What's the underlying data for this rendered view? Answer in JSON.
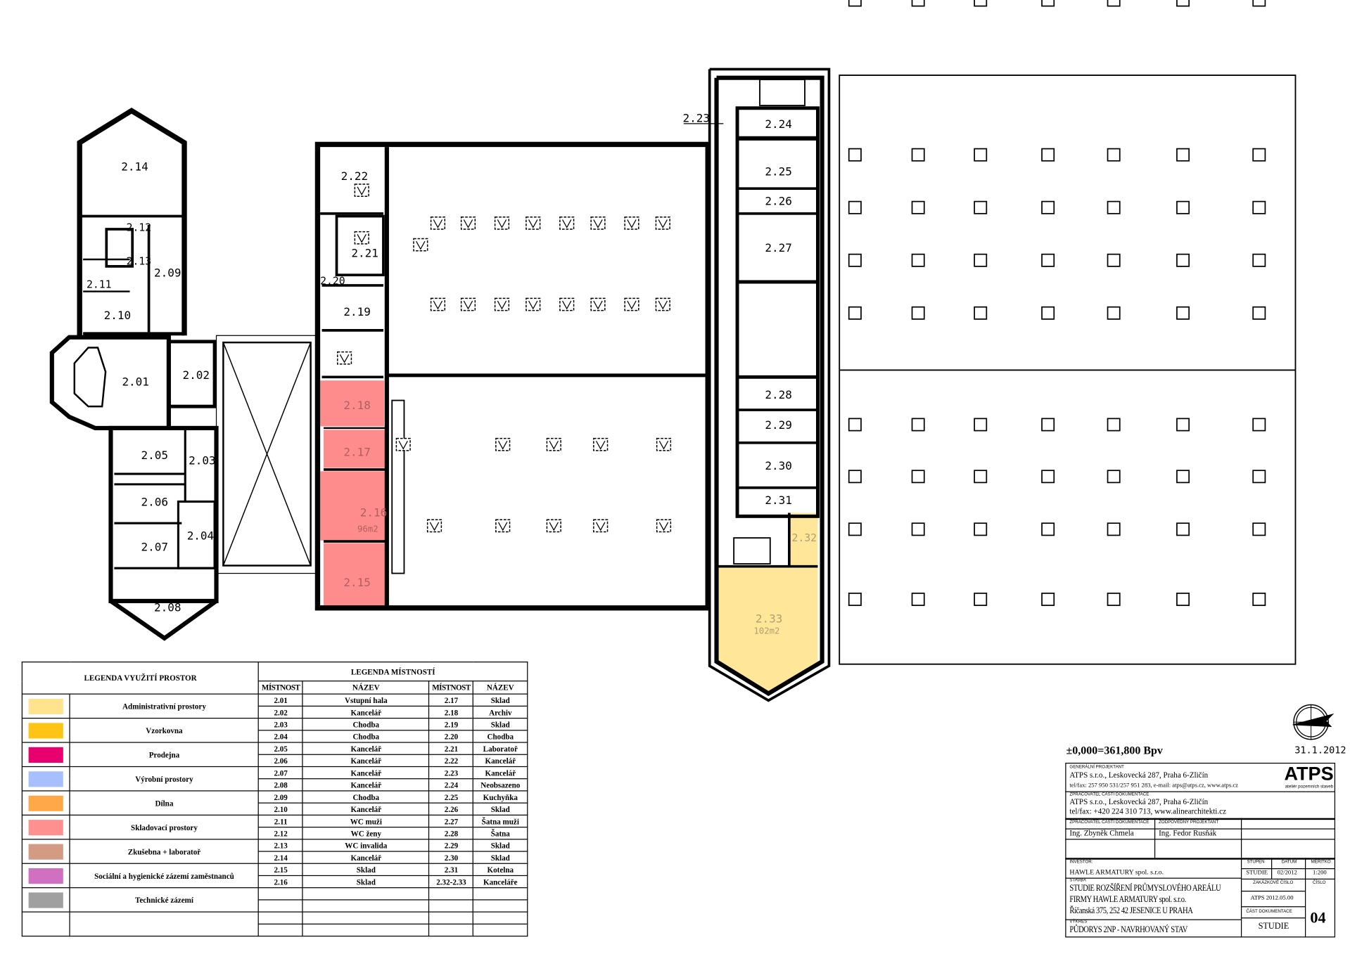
{
  "rooms": {
    "r201": "2.01",
    "r202": "2.02",
    "r203": "2.03",
    "r204": "2.04",
    "r205": "2.05",
    "r206": "2.06",
    "r207": "2.07",
    "r208": "2.08",
    "r209": "2.09",
    "r210": "2.10",
    "r211": "2.11",
    "r212": "2.12",
    "r213": "2.13",
    "r214": "2.14",
    "r215": "2.15",
    "r216": "2.16",
    "r216_area": "96m2",
    "r217": "2.17",
    "r218": "2.18",
    "r219": "2.19",
    "r220": "2.20",
    "r221": "2.21",
    "r222": "2.22",
    "r223": "2.23",
    "r224": "2.24",
    "r225": "2.25",
    "r226": "2.26",
    "r227": "2.27",
    "r228": "2.28",
    "r229": "2.29",
    "r230": "2.30",
    "r231": "2.31",
    "r232": "2.32",
    "r233": "2.33",
    "r233_area": "102m2"
  },
  "usage_legend": {
    "title": "LEGENDA VYUŽITÍ PROSTOR",
    "items": [
      {
        "label": "Administrativní prostory",
        "color": "#ffe38f"
      },
      {
        "label": "Vzorkovna",
        "color": "#ffc416"
      },
      {
        "label": "Prodejna",
        "color": "#e8006e"
      },
      {
        "label": "Výrobní prostory",
        "color": "#a8bfff"
      },
      {
        "label": "Dílna",
        "color": "#ffa84a"
      },
      {
        "label": "Skladovací prostory",
        "color": "#ff9090"
      },
      {
        "label": "Zkušebna + laboratoř",
        "color": "#d39a84"
      },
      {
        "label": "Sociální a hygienické zázemí zaměstnanců",
        "color": "#d070c0"
      },
      {
        "label": "Technické zázemí",
        "color": "#a0a0a0"
      }
    ]
  },
  "room_legend": {
    "title": "LEGENDA MÍSTNOSTÍ",
    "headers": [
      "MÍSTNOST",
      "NÁZEV",
      "MÍSTNOST",
      "NÁZEV"
    ],
    "rows": [
      [
        "2.01",
        "Vstupní hala",
        "2.17",
        "Sklad"
      ],
      [
        "2.02",
        "Kancelář",
        "2.18",
        "Archiv"
      ],
      [
        "2.03",
        "Chodba",
        "2.19",
        "Sklad"
      ],
      [
        "2.04",
        "Chodba",
        "2.20",
        "Chodba"
      ],
      [
        "2.05",
        "Kancelář",
        "2.21",
        "Laboratoř"
      ],
      [
        "2.06",
        "Kancelář",
        "2.22",
        "Kancelář"
      ],
      [
        "2.07",
        "Kancelář",
        "2.23",
        "Kancelář"
      ],
      [
        "2.08",
        "Kancelář",
        "2.24",
        "Neobsazeno"
      ],
      [
        "2.09",
        "Chodba",
        "2.25",
        "Kuchyňka"
      ],
      [
        "2.10",
        "Kancelář",
        "2.26",
        "Sklad"
      ],
      [
        "2.11",
        "WC muži",
        "2.27",
        "Šatna muži"
      ],
      [
        "2.12",
        "WC ženy",
        "2.28",
        "Šatna"
      ],
      [
        "2.13",
        "WC invalida",
        "2.29",
        "Sklad"
      ],
      [
        "2.14",
        "Kancelář",
        "2.30",
        "Sklad"
      ],
      [
        "2.15",
        "Sklad",
        "2.31",
        "Kotelna"
      ],
      [
        "2.16",
        "Sklad",
        "2.32-2.33",
        "Kanceláře"
      ]
    ]
  },
  "title_block": {
    "elevation": "±0,000=361,800 Bpv",
    "date": "31.1.2012",
    "gp_label": "GENERÁLNÍ PROJEKTANT",
    "gp_line1": "ATPS s.r.o., Leskovecká 287, Praha 6-Zličín",
    "gp_line2": "tel/fax: 257 950 531/257 951 283, e-mail: atps@atps.cz, www.atps.cz",
    "logo": "ATPS",
    "logo_sub": "ateliér pozemních staveb",
    "zp_label": "ZPRACOVATEL ČÁSTI DOKUMENTACE",
    "zp_line1": "ATPS s.r.o., Leskovecká 287, Praha 6-Zličín",
    "zp_line2": "tel/fax: +420 224 310 713, www.alinearchitekti.cz",
    "zp2_label": "ZPRACOVATEL ČÁSTI DOKUMENTACE",
    "zp2_name": "Ing. Zbyněk Chmela",
    "odp_label": "ZODPOVĚDNÝ PROJEKTANT",
    "odp_name": "Ing. Fedor Rusňák",
    "investor_label": "INVESTOR:",
    "investor": "HAWLE ARMATURY spol. s.r.o.",
    "stavba_label": "STAVBA",
    "stavba1": "STUDIE ROZŠÍŘENÍ PRŮMYSLOVÉHO AREÁLU",
    "stavba2": "FIRMY HAWLE ARMATURY spol. s.r.o.",
    "stavba3": "Říčanská 375, 252 42 JESENICE U PRAHA",
    "vykres_label": "VÝKRES",
    "vykres": "PŮDORYS 2NP - NAVRHOVANÝ STAV",
    "stupen_label": "STUPEŇ",
    "stupen": "STUDIE",
    "datum_label": "DATUM",
    "datum": "02/2012",
    "meritko_label": "MĚŘÍTKO",
    "meritko": "1:200",
    "zak_label": "ZAKÁZKOVÉ ČÍSLO",
    "zak": "ATPS 2012.05.00",
    "cast_label": "ČÁST DOKUMENTACE",
    "cast": "STUDIE",
    "cislo_label": "ČÍSLO",
    "cislo": "04"
  }
}
